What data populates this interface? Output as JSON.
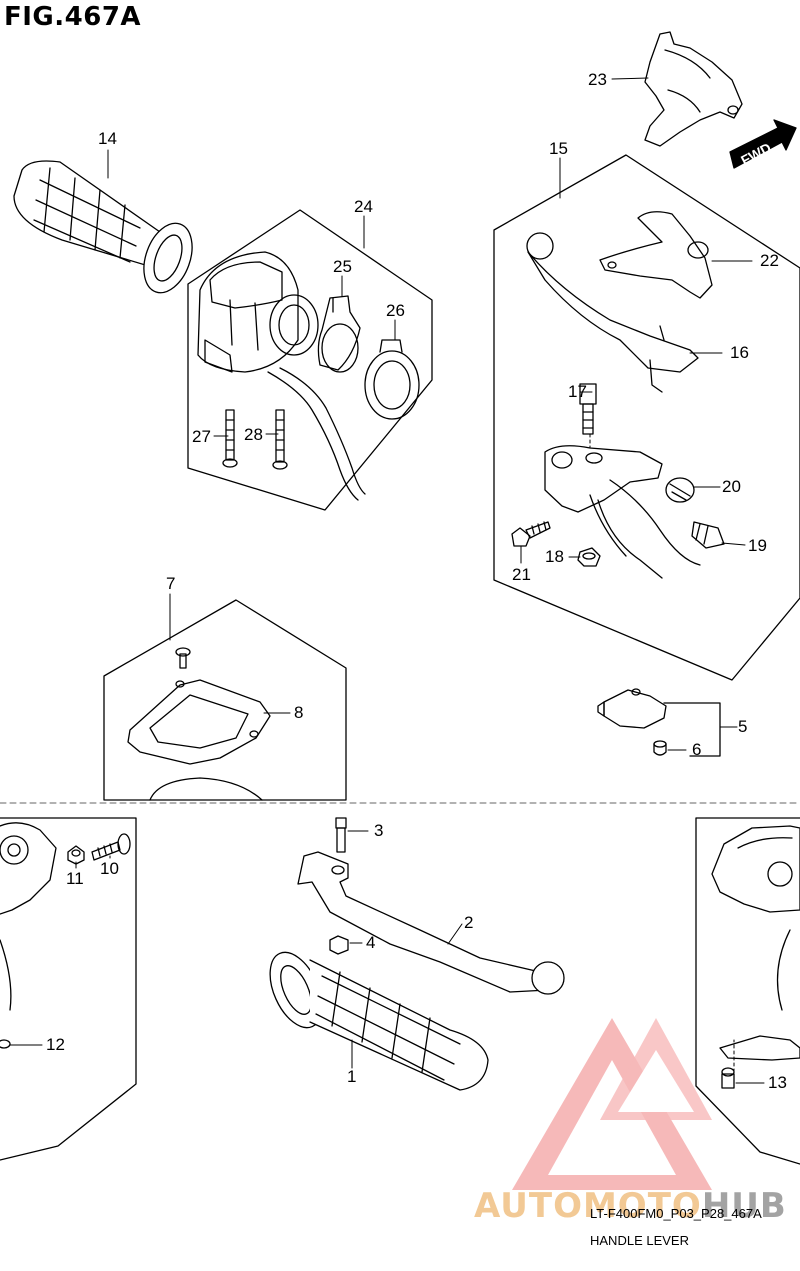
{
  "figure": {
    "title": "FIG.467A",
    "code": "LT-F400FM0_P03_P28_467A",
    "caption": "HANDLE LEVER",
    "fwd_label": "FWD"
  },
  "watermark": {
    "text_main": "AUTOMOTO",
    "text_end": "HUB",
    "color": "#f08080"
  },
  "callouts": [
    {
      "id": "14",
      "label": "14"
    },
    {
      "id": "24",
      "label": "24"
    },
    {
      "id": "25",
      "label": "25"
    },
    {
      "id": "26",
      "label": "26"
    },
    {
      "id": "27",
      "label": "27"
    },
    {
      "id": "28",
      "label": "28"
    },
    {
      "id": "23",
      "label": "23"
    },
    {
      "id": "15",
      "label": "15"
    },
    {
      "id": "22",
      "label": "22"
    },
    {
      "id": "16",
      "label": "16"
    },
    {
      "id": "17",
      "label": "17"
    },
    {
      "id": "20",
      "label": "20"
    },
    {
      "id": "19",
      "label": "19"
    },
    {
      "id": "18",
      "label": "18"
    },
    {
      "id": "21",
      "label": "21"
    },
    {
      "id": "7",
      "label": "7"
    },
    {
      "id": "8",
      "label": "8"
    },
    {
      "id": "5",
      "label": "5"
    },
    {
      "id": "6",
      "label": "6"
    },
    {
      "id": "3",
      "label": "3"
    },
    {
      "id": "11",
      "label": "11"
    },
    {
      "id": "10",
      "label": "10"
    },
    {
      "id": "2",
      "label": "2"
    },
    {
      "id": "4",
      "label": "4"
    },
    {
      "id": "12",
      "label": "12"
    },
    {
      "id": "1",
      "label": "1"
    },
    {
      "id": "13",
      "label": "13"
    }
  ]
}
